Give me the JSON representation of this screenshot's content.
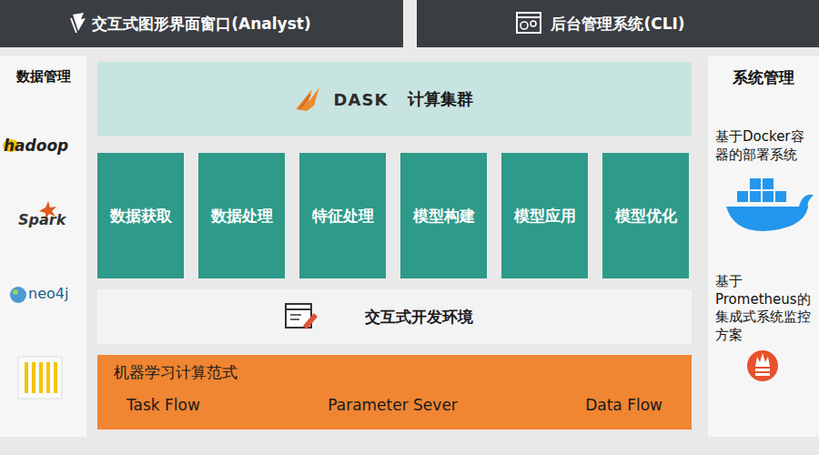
{
  "diagram": {
    "nodes": [
      {
        "text": [
          "交互式图形界面窗口(Analyst)"
        ]
      },
      {
        "text": [
          "后台管理系统(CLI)"
        ]
      },
      {
        "text": [
          "数据管理"
        ]
      },
      {
        "text": [
          "DASK",
          "计算集群"
        ]
      },
      {
        "text": [
          "数据获取"
        ]
      },
      {
        "text": [
          "数据处理"
        ]
      },
      {
        "text": [
          "特征处理"
        ]
      },
      {
        "text": [
          "模型构建"
        ]
      },
      {
        "text": [
          "模型应用"
        ]
      },
      {
        "text": [
          "模型优化"
        ]
      },
      {
        "text": [
          "交互式开发环境"
        ]
      },
      {
        "text": [
          "机器学习计算范式",
          "Task Flow",
          "Parameter Sever",
          "Data Flow"
        ]
      },
      {
        "text": [
          "系统管理",
          "基于Docker容器的部署系统",
          "基于Prometheus的集成式系统监控方案"
        ]
      }
    ],
    "labels": [
      "hadoop",
      "Spark",
      "neo4j"
    ]
  }
}
